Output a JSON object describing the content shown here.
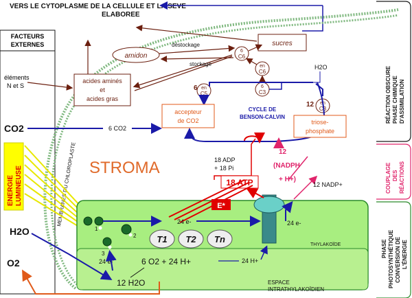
{
  "header": {
    "line1": "VERS LE CYTOPLASME DE LA CELLULE ET LA SEVE",
    "line2": "ELABOREE"
  },
  "external_factors": {
    "line1": "FACTEURS",
    "line2": "EXTERNES"
  },
  "elements": {
    "line1": "éléments",
    "line2": "N et S"
  },
  "membrane_label": {
    "line1": "MEMBRANES DU CHLOROPLASTE",
    "line2": ""
  },
  "stroma_label": "STROMA",
  "sucres": "sucres",
  "amidon": "amidon",
  "destockage": "déstockage",
  "stockage": "stockage",
  "h2o_top": "H2O",
  "acides": {
    "line1": "acides aminés",
    "line2": "et",
    "line3": "acides gras"
  },
  "circles": [
    {
      "top": "6",
      "bottom": "C6"
    },
    {
      "top": "en",
      "bottom": "C6"
    },
    {
      "top": "6",
      "bottom": "C3"
    },
    {
      "top": "en",
      "bottom": "C5"
    },
    {
      "top": "en",
      "bottom": "C3"
    }
  ],
  "pre_labels": {
    "six_c5": "6",
    "twelve_c3": "12"
  },
  "accepteur": {
    "line1": "accepteur",
    "line2": "de CO2"
  },
  "cycle": {
    "line1": "CYCLE DE",
    "line2": "BENSON-CALVIN"
  },
  "triose": {
    "line1": "triose-",
    "line2": "phosphate"
  },
  "co2_left": "CO2",
  "co2_six": "6 CO2",
  "energie": {
    "line1": "ENERGIE",
    "line2": "LUMINEUSE"
  },
  "h2o_left": "H2O",
  "o2_left": "O2",
  "adp": {
    "line1": "18 ADP",
    "line2": "+ 18 Pi"
  },
  "atp": "18 ATP",
  "nadph": {
    "line1": "12",
    "line2": "(NADPH",
    "line3": "+ H+)"
  },
  "nadp": "12 NADP+",
  "e_star": "E*",
  "electrons": {
    "e24_top": "24 e-",
    "e24_right": "24 e-",
    "e24_left": "24 e-",
    "h24": "24 H+",
    "o2_eq": "6 O2 + 24 H+",
    "h2o12": "12 H2O"
  },
  "photosystem_nums": [
    "1",
    "2",
    "3"
  ],
  "tbubbles": [
    "T1",
    "T2",
    "Tn"
  ],
  "thylakoide": "THYLAKOÏDE",
  "espace": {
    "line1": "ESPACE",
    "line2": "INTRATHYLAKOÏDIEN"
  },
  "right_sections": [
    {
      "lines": [
        "RÉACTION OBSCURE",
        "PHASE CHIMIQUE",
        "D'ASSIMILATION"
      ],
      "color": "#1a1a1a"
    },
    {
      "lines": [
        "COUPLAGE",
        "DES",
        "RÉACTIONS"
      ],
      "color": "#e0246b"
    },
    {
      "lines": [
        "PHASE",
        "PHOTOSYNTHÉTIQUE",
        "CONVERSION DE",
        "L'ÉNERGIE"
      ],
      "color": "#1a1a1a"
    }
  ],
  "colors": {
    "blue": "#1a1aa8",
    "brown": "#6b1f0f",
    "red": "#e00000",
    "pink": "#e0246b",
    "green_fill": "#a8ee80",
    "green_border": "#2a8a2a",
    "orange": "#e05a1a",
    "stroma_text": "#e06a2a"
  }
}
